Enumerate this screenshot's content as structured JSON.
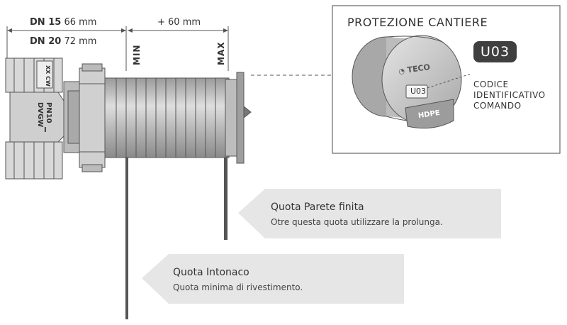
{
  "dimensions": {
    "dn15_label": "DN 15",
    "dn15_value": "66 mm",
    "dn20_label": "DN 20",
    "dn20_value": "72 mm",
    "extension": "+ 60 mm",
    "min": "MIN",
    "max": "MAX"
  },
  "valve_markings": {
    "pn": "PN10",
    "standard": "DVGW",
    "size_mark": "I",
    "cap_mark": "XX",
    "cap_mark2": "CW"
  },
  "panel": {
    "title": "PROTEZIONE CANTIERE",
    "brand": "TECO",
    "code_on_cap": "U03",
    "material": "HDPE",
    "code_badge": "U03",
    "code_description": "CODICE IDENTIFICATIVO COMANDO"
  },
  "callouts": [
    {
      "title": "Quota Parete finita",
      "text": "Otre questa quota utilizzare la prolunga."
    },
    {
      "title": "Quota Intonaco",
      "text": "Quota minima di rivestimento."
    }
  ],
  "colors": {
    "line": "#555555",
    "body_gray": "#c8c8c8",
    "dark": "#3f3f3f",
    "callout_bg": "#e6e6e6",
    "panel_border": "#666666"
  }
}
